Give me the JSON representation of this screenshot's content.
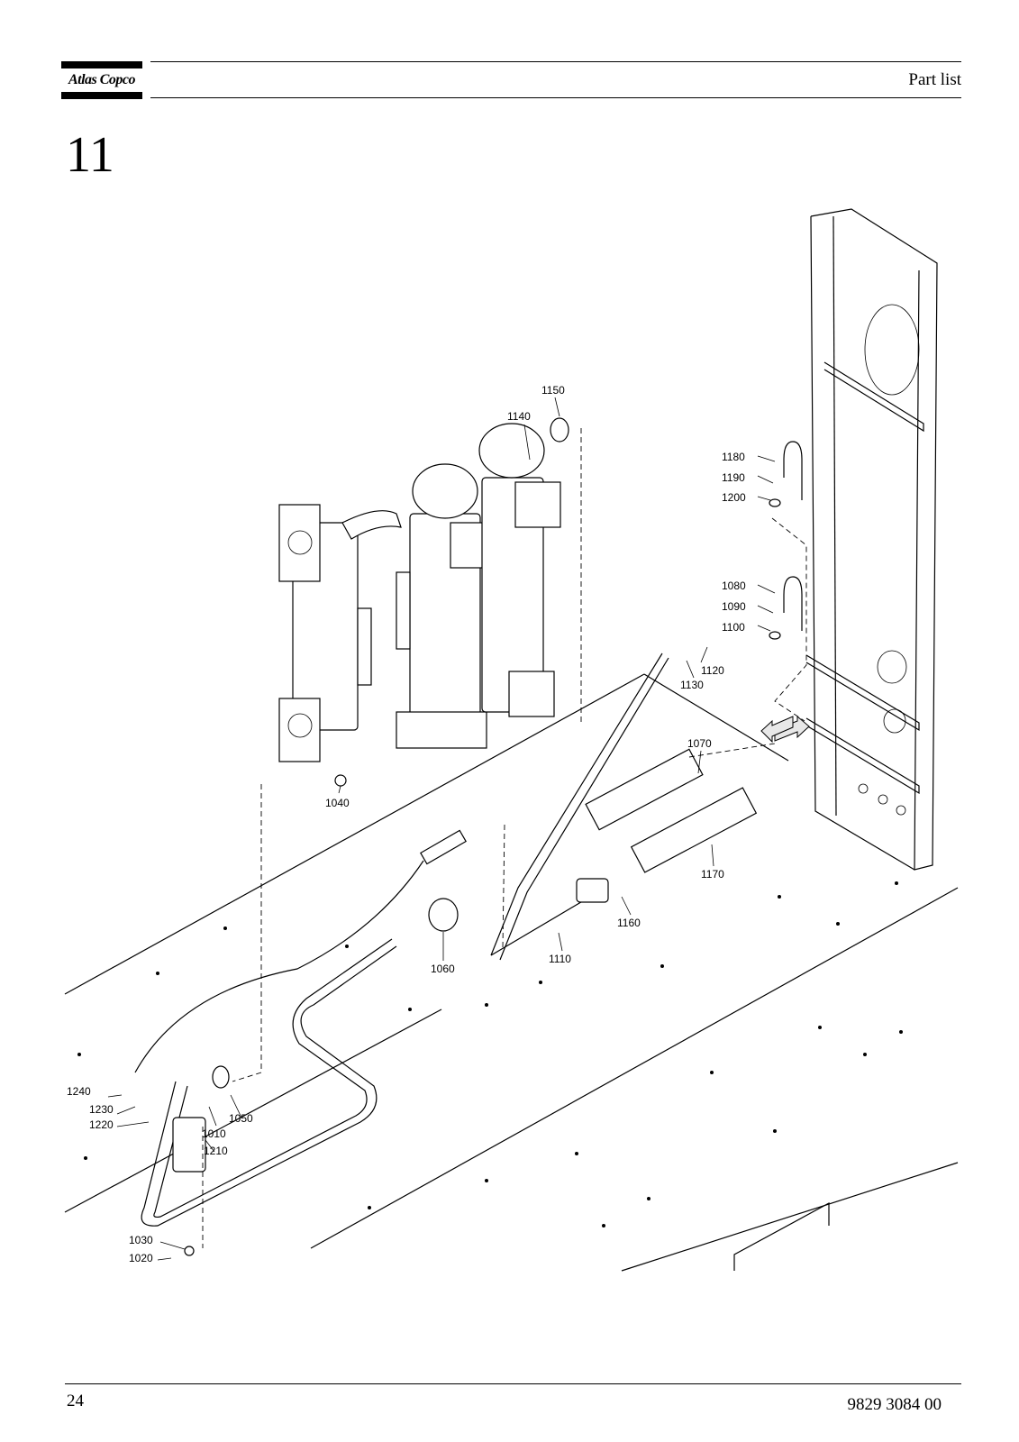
{
  "header": {
    "brand": "Atlas Copco",
    "title": "Part list"
  },
  "section_number": "11",
  "footer": {
    "page_number": "24",
    "document_number": "9829 3084 00"
  },
  "callouts": [
    "1010",
    "1020",
    "1030",
    "1040",
    "1050",
    "1060",
    "1070",
    "1080",
    "1090",
    "1100",
    "1110",
    "1120",
    "1130",
    "1140",
    "1150",
    "1160",
    "1170",
    "1180",
    "1190",
    "1200",
    "1210",
    "1220",
    "1230",
    "1240"
  ]
}
